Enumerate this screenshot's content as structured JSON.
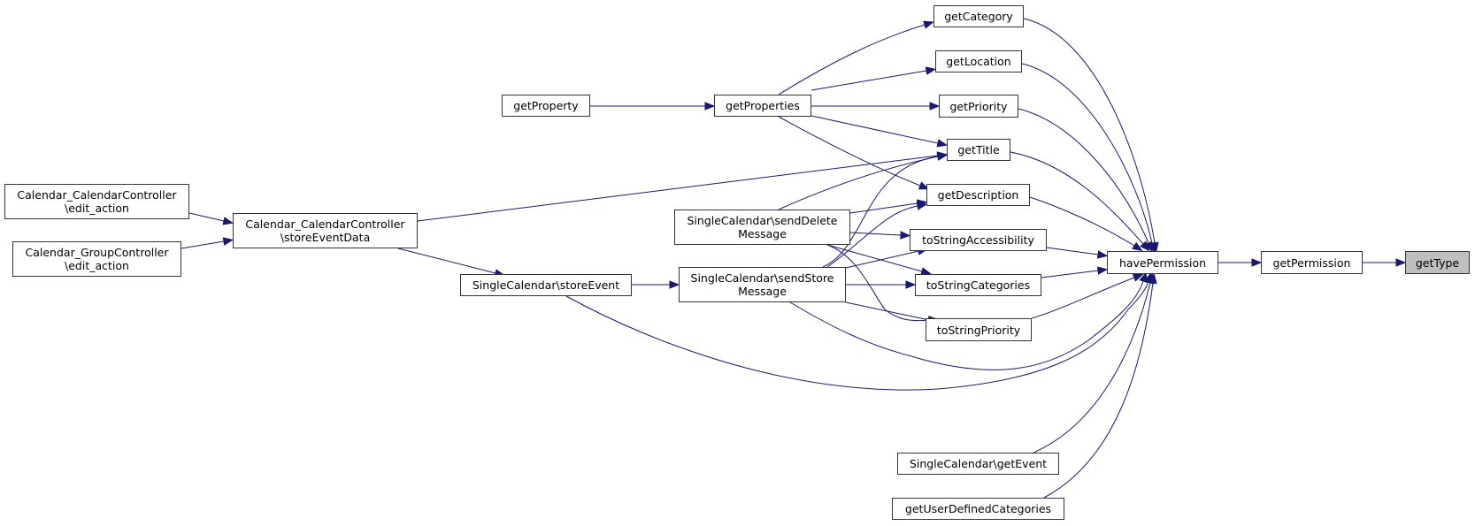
{
  "diagram": {
    "type": "call-graph",
    "edge_color": "#191970",
    "current_node_fill": "#bfbfbf",
    "nodes": [
      {
        "id": "getType",
        "label": "getType",
        "current": true
      },
      {
        "id": "getPermission",
        "label": "getPermission"
      },
      {
        "id": "havePermission",
        "label": "havePermission"
      },
      {
        "id": "getCategory",
        "label": "getCategory"
      },
      {
        "id": "getLocation",
        "label": "getLocation"
      },
      {
        "id": "getPriority",
        "label": "getPriority"
      },
      {
        "id": "getTitle",
        "label": "getTitle"
      },
      {
        "id": "getDescription",
        "label": "getDescription"
      },
      {
        "id": "toStringAccessibility",
        "label": "toStringAccessibility"
      },
      {
        "id": "toStringCategories",
        "label": "toStringCategories"
      },
      {
        "id": "toStringPriority",
        "label": "toStringPriority"
      },
      {
        "id": "getEvent",
        "label": "SingleCalendar\\getEvent"
      },
      {
        "id": "getUserDefinedCategories",
        "label": "getUserDefinedCategories"
      },
      {
        "id": "getProperties",
        "label": "getProperties"
      },
      {
        "id": "getProperty",
        "label": "getProperty"
      },
      {
        "id": "sendDeleteMessage",
        "label": "SingleCalendar\\sendDelete\nMessage"
      },
      {
        "id": "sendStoreMessage",
        "label": "SingleCalendar\\sendStore\nMessage"
      },
      {
        "id": "storeEvent",
        "label": "SingleCalendar\\storeEvent"
      },
      {
        "id": "storeEventData",
        "label": "Calendar_CalendarController\n\\storeEventData"
      },
      {
        "id": "calEditAction",
        "label": "Calendar_CalendarController\n\\edit_action"
      },
      {
        "id": "groupEditAction",
        "label": "Calendar_GroupController\n\\edit_action"
      }
    ],
    "edges": [
      {
        "from": "getPermission",
        "to": "getType"
      },
      {
        "from": "havePermission",
        "to": "getPermission"
      },
      {
        "from": "getCategory",
        "to": "havePermission"
      },
      {
        "from": "getLocation",
        "to": "havePermission"
      },
      {
        "from": "getPriority",
        "to": "havePermission"
      },
      {
        "from": "getTitle",
        "to": "havePermission"
      },
      {
        "from": "getDescription",
        "to": "havePermission"
      },
      {
        "from": "toStringAccessibility",
        "to": "havePermission"
      },
      {
        "from": "toStringCategories",
        "to": "havePermission"
      },
      {
        "from": "toStringPriority",
        "to": "havePermission"
      },
      {
        "from": "sendStoreMessage",
        "to": "havePermission"
      },
      {
        "from": "storeEvent",
        "to": "havePermission"
      },
      {
        "from": "getEvent",
        "to": "havePermission"
      },
      {
        "from": "getUserDefinedCategories",
        "to": "havePermission"
      },
      {
        "from": "getProperties",
        "to": "getCategory"
      },
      {
        "from": "getProperties",
        "to": "getLocation"
      },
      {
        "from": "getProperties",
        "to": "getPriority"
      },
      {
        "from": "getProperties",
        "to": "getTitle"
      },
      {
        "from": "getProperties",
        "to": "getDescription"
      },
      {
        "from": "getProperty",
        "to": "getProperties"
      },
      {
        "from": "storeEventData",
        "to": "getTitle"
      },
      {
        "from": "sendDeleteMessage",
        "to": "getTitle"
      },
      {
        "from": "sendDeleteMessage",
        "to": "getDescription"
      },
      {
        "from": "sendDeleteMessage",
        "to": "toStringAccessibility"
      },
      {
        "from": "sendDeleteMessage",
        "to": "toStringCategories"
      },
      {
        "from": "sendDeleteMessage",
        "to": "toStringPriority"
      },
      {
        "from": "sendStoreMessage",
        "to": "getTitle"
      },
      {
        "from": "sendStoreMessage",
        "to": "getDescription"
      },
      {
        "from": "sendStoreMessage",
        "to": "toStringAccessibility"
      },
      {
        "from": "sendStoreMessage",
        "to": "toStringCategories"
      },
      {
        "from": "sendStoreMessage",
        "to": "toStringPriority"
      },
      {
        "from": "storeEvent",
        "to": "sendStoreMessage"
      },
      {
        "from": "storeEventData",
        "to": "storeEvent"
      },
      {
        "from": "calEditAction",
        "to": "storeEventData"
      },
      {
        "from": "groupEditAction",
        "to": "storeEventData"
      }
    ]
  }
}
